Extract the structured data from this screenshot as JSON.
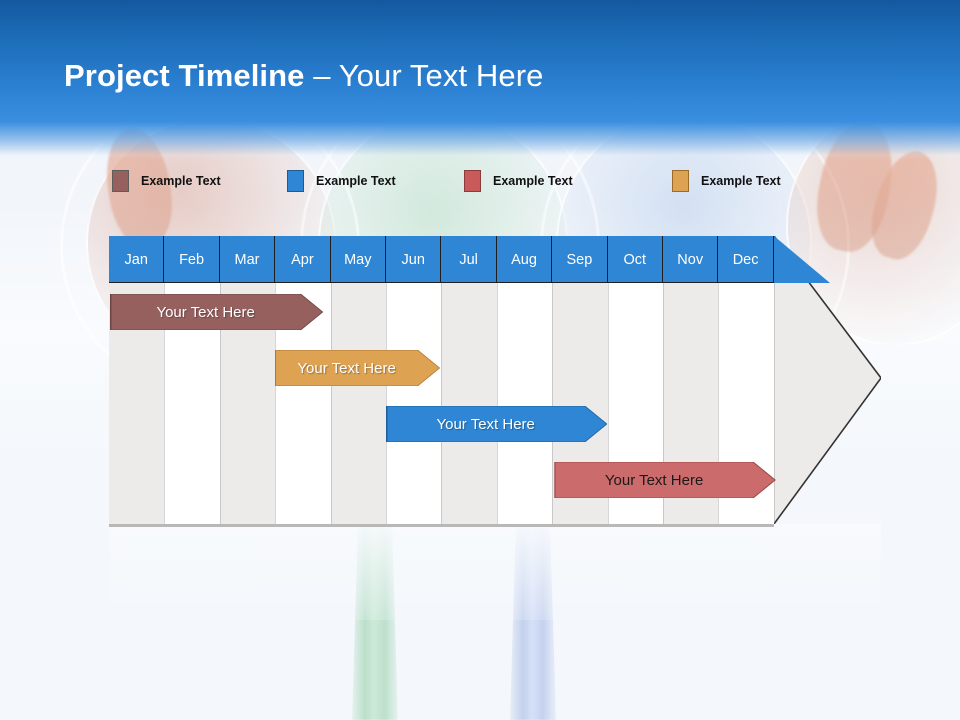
{
  "slide": {
    "title_bold": "Project Timeline",
    "title_light": " – Your Text Here"
  },
  "legend": {
    "items": [
      {
        "label": "Example Text",
        "color": "#96605f",
        "border": "#5d5d5d"
      },
      {
        "label": "Example Text",
        "color": "#2e86d4",
        "border": "#1f5b8f"
      },
      {
        "label": "Example Text",
        "color": "#c85a5a",
        "border": "#8a3b3b"
      },
      {
        "label": "Example Text",
        "color": "#dda252",
        "border": "#9a6b2a"
      }
    ]
  },
  "chart_data": {
    "type": "bar",
    "title": "Project Timeline",
    "xlabel": "",
    "ylabel": "",
    "categories": [
      "Jan",
      "Feb",
      "Mar",
      "Apr",
      "May",
      "Jun",
      "Jul",
      "Aug",
      "Sep",
      "Oct",
      "Nov",
      "Dec"
    ],
    "series": [
      {
        "name": "Your  Text Here",
        "start_month": "Jan",
        "end_month": "Apr",
        "start_index": 0,
        "span": 3.85,
        "color": "#96605f",
        "border": "#6e4342",
        "text_color": "#ffffff"
      },
      {
        "name": "Your  Text Here",
        "start_month": "Apr",
        "end_month": "Jun",
        "start_index": 2.98,
        "span": 2.98,
        "color": "#dda252",
        "border": "#a4722f",
        "text_color": "#ffffff"
      },
      {
        "name": "Your  Text Here",
        "start_month": "Jun",
        "end_month": "Sep",
        "start_index": 4.98,
        "span": 4.0,
        "color": "#2e86d4",
        "border": "#1d5e9b",
        "text_color": "#ffffff"
      },
      {
        "name": "Your  Text Here",
        "start_month": "Sep",
        "end_month": "Nov",
        "start_index": 8.02,
        "span": 4.0,
        "color": "#cc6b6b",
        "border": "#9a4646",
        "text_color": "#1a1a1a"
      }
    ],
    "grid": true,
    "legend_position": "top",
    "shape": "right-arrow-banner"
  },
  "colors": {
    "header_top": "#14599f",
    "header_bottom": "#3a8fe0",
    "month_header": "#2e86d4",
    "column_shade": "#ecebe9",
    "column_plain": "#ffffff",
    "chart_outline": "#333333",
    "page_background": "#f2f6fb"
  }
}
